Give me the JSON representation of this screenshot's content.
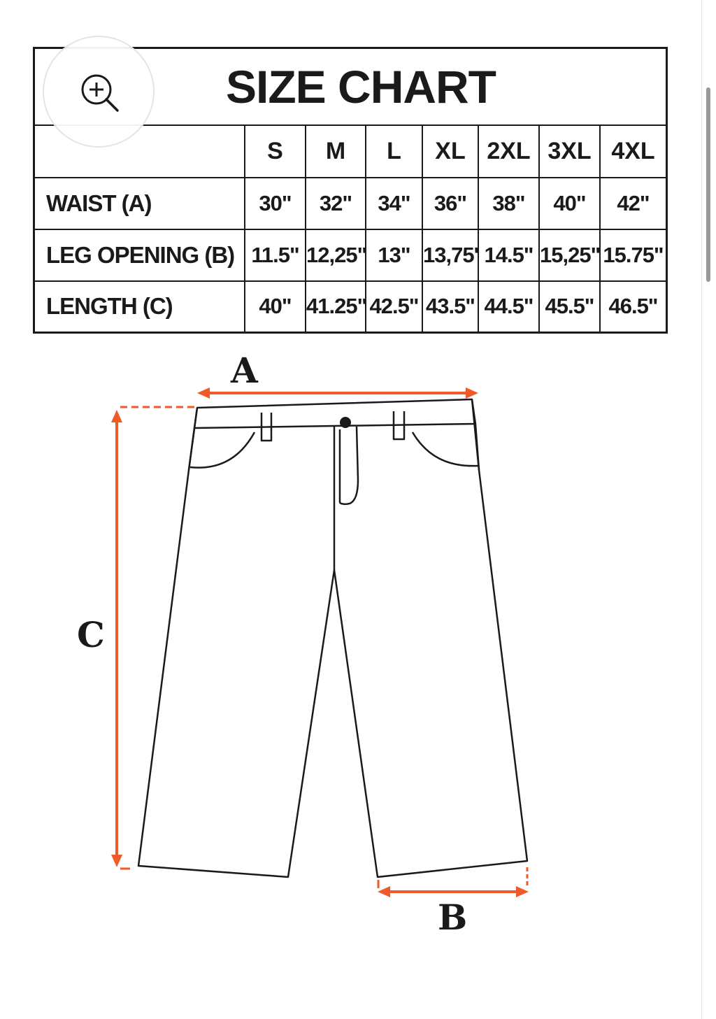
{
  "chart": {
    "title": "SIZE CHART",
    "sizes": [
      "S",
      "M",
      "L",
      "XL",
      "2XL",
      "3XL",
      "4XL"
    ],
    "rows": [
      {
        "label": "WAIST (A)",
        "values": [
          "30\"",
          "32\"",
          "34\"",
          "36\"",
          "38\"",
          "40\"",
          "42\""
        ]
      },
      {
        "label": "LEG OPENING (B)",
        "values": [
          "11.5\"",
          "12,25\"",
          "13\"",
          "13,75'",
          "14.5\"",
          "15,25\"",
          "15.75\""
        ]
      },
      {
        "label": "LENGTH (C)",
        "values": [
          "40\"",
          "41.25\"",
          "42.5\"",
          "43.5\"",
          "44.5\"",
          "45.5\"",
          "46.5\""
        ]
      }
    ]
  },
  "zoom": {
    "icon": "zoom-in-icon"
  },
  "diagram": {
    "label_a": "A",
    "label_b": "B",
    "label_c": "C",
    "accent_color": "#f05a28"
  }
}
